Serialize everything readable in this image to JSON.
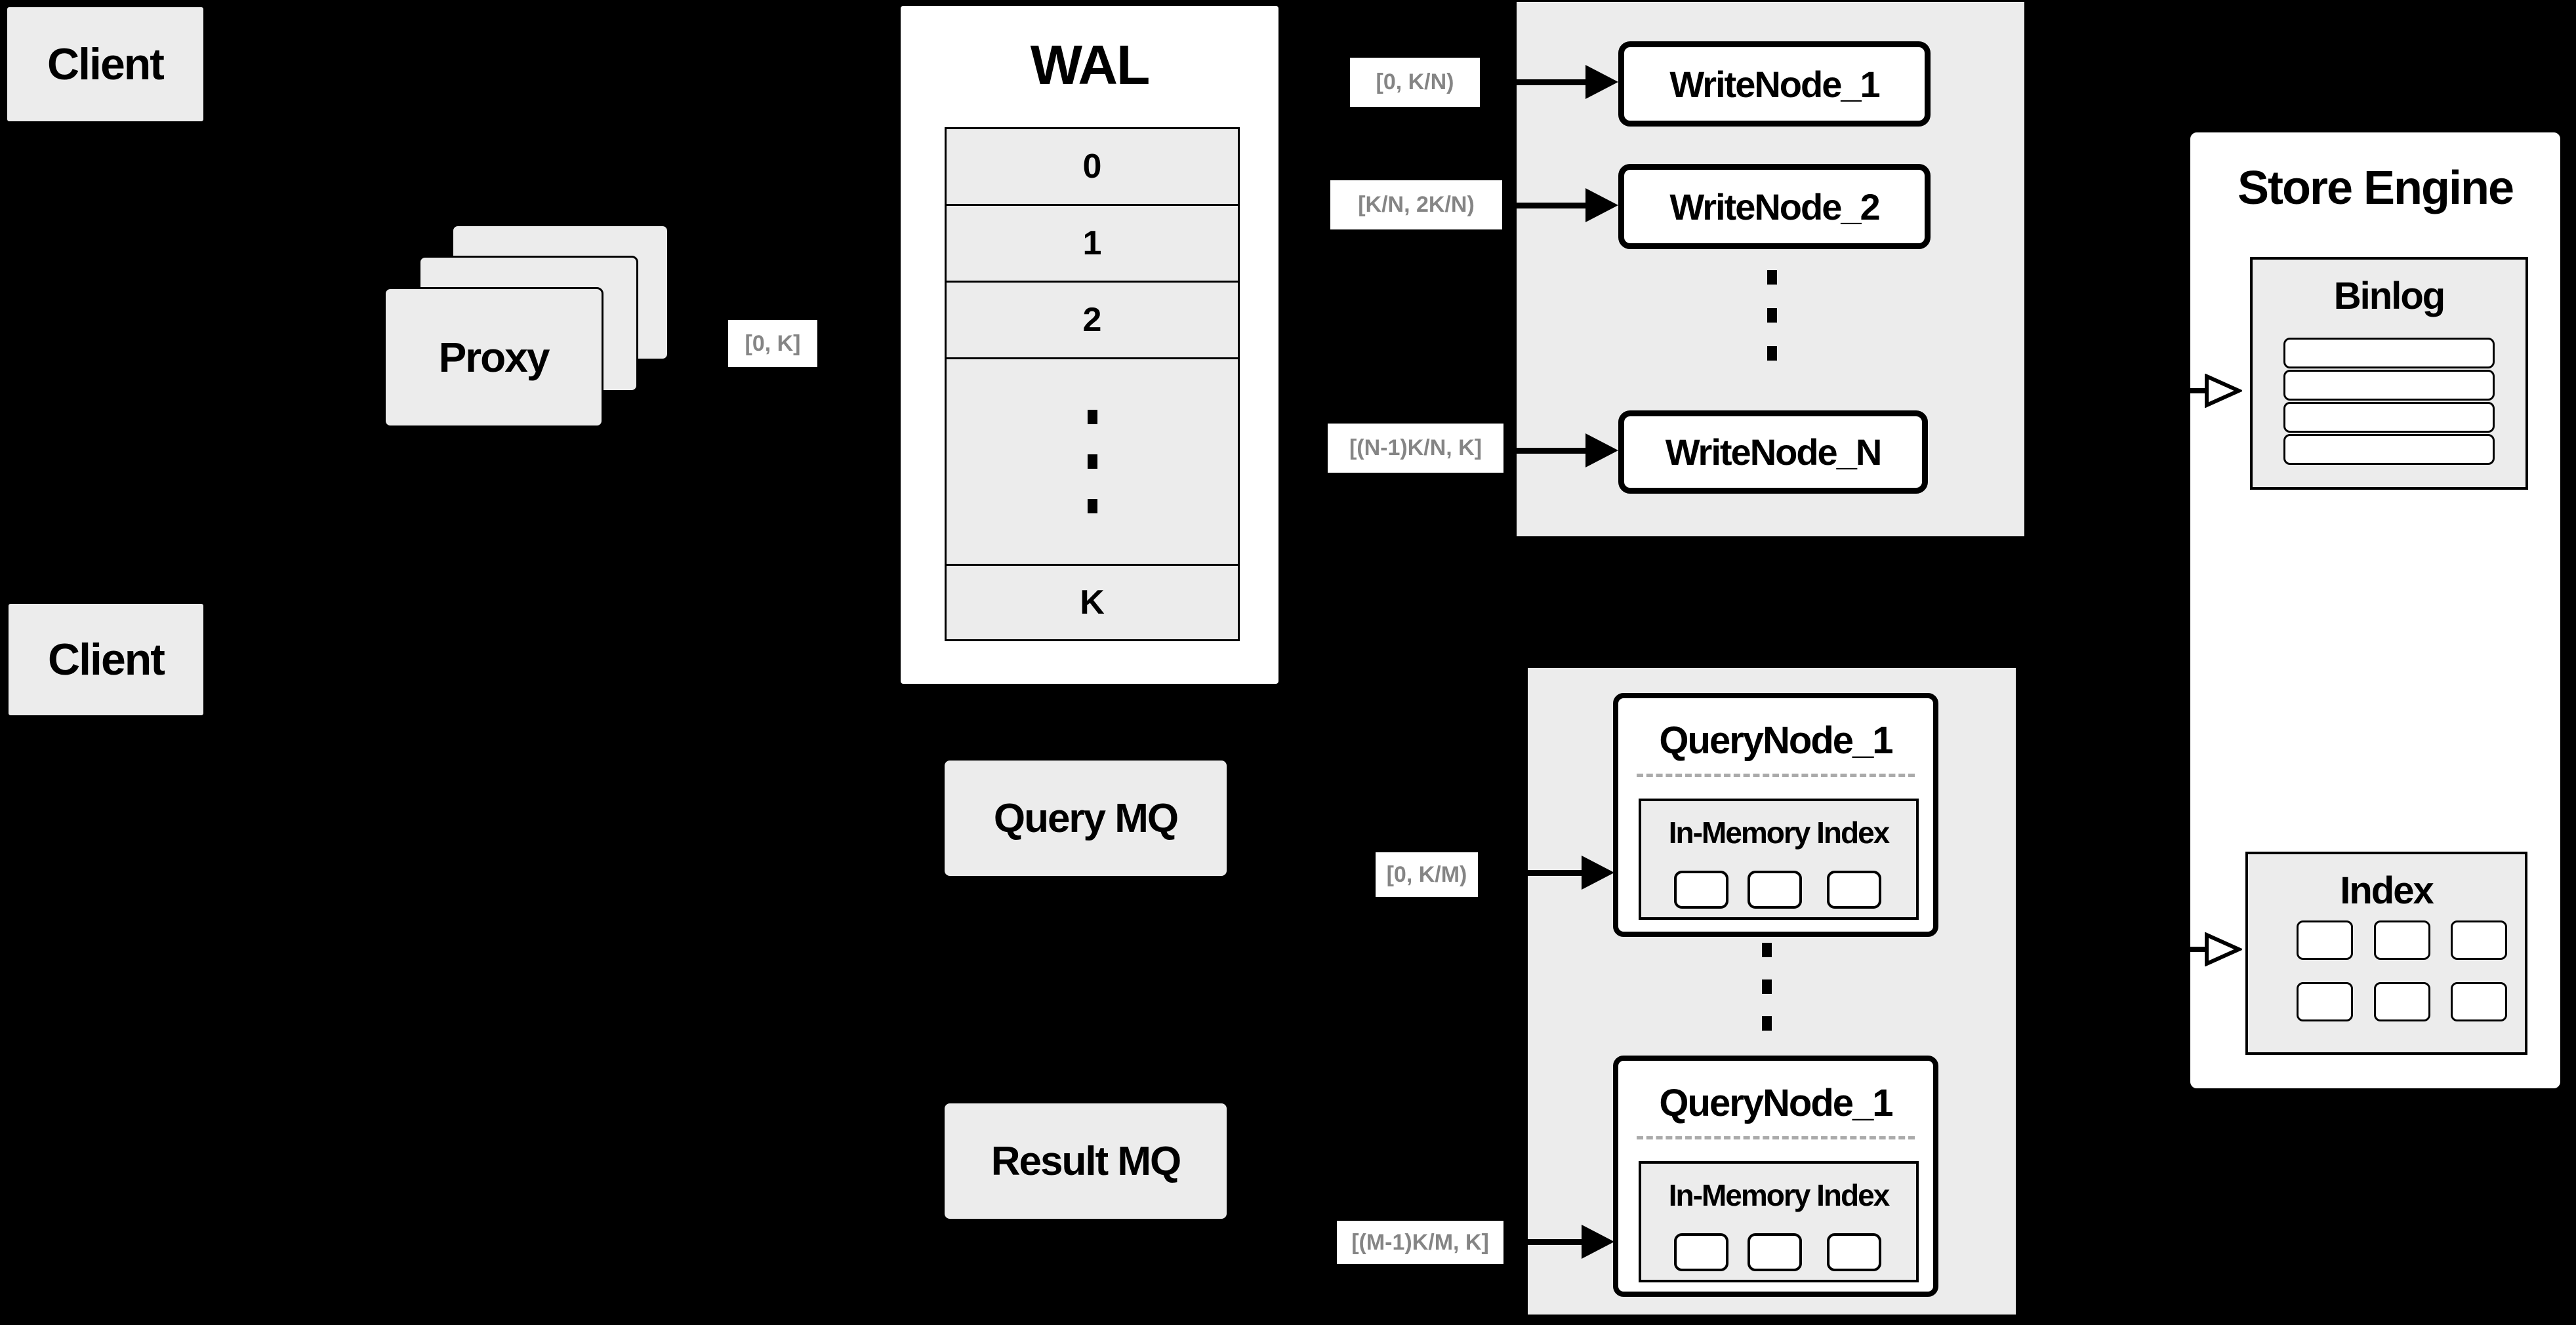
{
  "colors": {
    "background": "#000000",
    "box_fill": "#ececec",
    "node_fill": "#ffffff",
    "border": "#000000",
    "range_text": "#858585"
  },
  "clients": {
    "top_label": "Client",
    "bottom_label": "Client"
  },
  "proxy": {
    "label": "Proxy"
  },
  "wal": {
    "title": "WAL",
    "segments": [
      "0",
      "1",
      "2",
      "K"
    ]
  },
  "range_labels": {
    "proxy_out": "[0, K]",
    "write_node_1": "[0, K/N)",
    "write_node_2": "[K/N, 2K/N)",
    "write_node_n": "[(N-1)K/N, K]",
    "query_node_1": "[0, K/M)",
    "query_node_m": "[(M-1)K/M, K]"
  },
  "write_nodes": {
    "node_1": "WriteNode_1",
    "node_2": "WriteNode_2",
    "node_n": "WriteNode_N"
  },
  "message_queues": {
    "query": "Query MQ",
    "result": "Result MQ"
  },
  "query_nodes": {
    "top_title": "QueryNode_1",
    "bottom_title": "QueryNode_1",
    "in_memory_index_label": "In-Memory Index"
  },
  "store_engine": {
    "title": "Store Engine",
    "binlog_title": "Binlog",
    "index_title": "Index"
  }
}
